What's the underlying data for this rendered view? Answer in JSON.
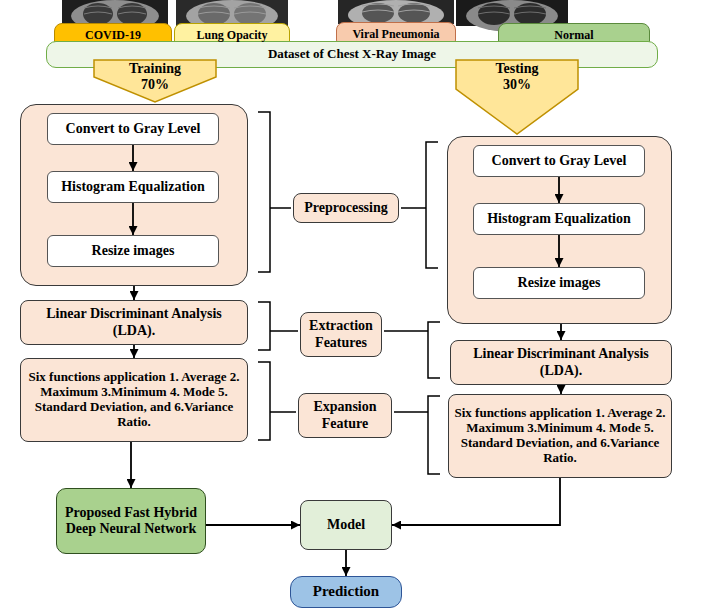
{
  "diagram": {
    "nodes": [
      {
        "text": [
          "COVID-19"
        ]
      },
      {
        "text": [
          "Lung Opacity"
        ]
      },
      {
        "text": [
          "Viral Pneumonia"
        ]
      },
      {
        "text": [
          "Normal"
        ]
      },
      {
        "text": [
          "Dataset of Chest X-Ray Image"
        ]
      },
      {
        "text": [
          "Training 70%"
        ]
      },
      {
        "text": [
          "Testing 30%"
        ]
      },
      {
        "text": []
      },
      {
        "text": [
          "Convert to Gray Level"
        ],
        "in": 7
      },
      {
        "text": [
          "Histogram Equalization"
        ],
        "in": 7
      },
      {
        "text": [
          "Resize images"
        ],
        "in": 7
      },
      {
        "text": [
          "Preprocessing"
        ]
      },
      {
        "text": []
      },
      {
        "text": [
          "Convert to Gray Level"
        ],
        "in": 12
      },
      {
        "text": [
          "Histogram Equalization"
        ],
        "in": 12
      },
      {
        "text": [
          "Resize images"
        ],
        "in": 12
      },
      {
        "text": [
          "Linear Discriminant Analysis (LDA)."
        ]
      },
      {
        "text": [
          "Extraction Features"
        ]
      },
      {
        "text": [
          "Linear Discriminant Analysis (LDA)."
        ]
      },
      {
        "text": [
          "Six functions application 1. Average 2. Maximum 3.Minimum 4. Mode 5. Standard Deviation, and 6.Variance Ratio."
        ]
      },
      {
        "text": [
          "Expansion Feature"
        ]
      },
      {
        "text": [
          "Six functions application 1. Average 2. Maximum 3.Minimum 4. Mode 5. Standard Deviation, and 6.Variance Ratio."
        ]
      },
      {
        "text": [
          "Proposed Fast Hybrid Deep Neural Network"
        ]
      },
      {
        "text": [
          "Model"
        ]
      },
      {
        "text": [
          "Prediction"
        ]
      }
    ],
    "edges": [
      {
        "from": 8,
        "to": 9,
        "arrow": "to"
      },
      {
        "from": 9,
        "to": 10,
        "arrow": "to"
      },
      {
        "from": 13,
        "to": 14,
        "arrow": "to"
      },
      {
        "from": 14,
        "to": 15,
        "arrow": "to"
      },
      {
        "from": 7,
        "to": 16,
        "arrow": "to"
      },
      {
        "from": 12,
        "to": 18,
        "arrow": "to"
      },
      {
        "from": 16,
        "to": 19,
        "arrow": "to"
      },
      {
        "from": 18,
        "to": 21,
        "arrow": "to"
      },
      {
        "from": 19,
        "to": 22,
        "arrow": "to"
      },
      {
        "from": 22,
        "to": 23,
        "arrow": "to"
      },
      {
        "from": 21,
        "to": 23,
        "arrow": "to"
      },
      {
        "from": 23,
        "to": 24,
        "arrow": "to"
      }
    ]
  }
}
